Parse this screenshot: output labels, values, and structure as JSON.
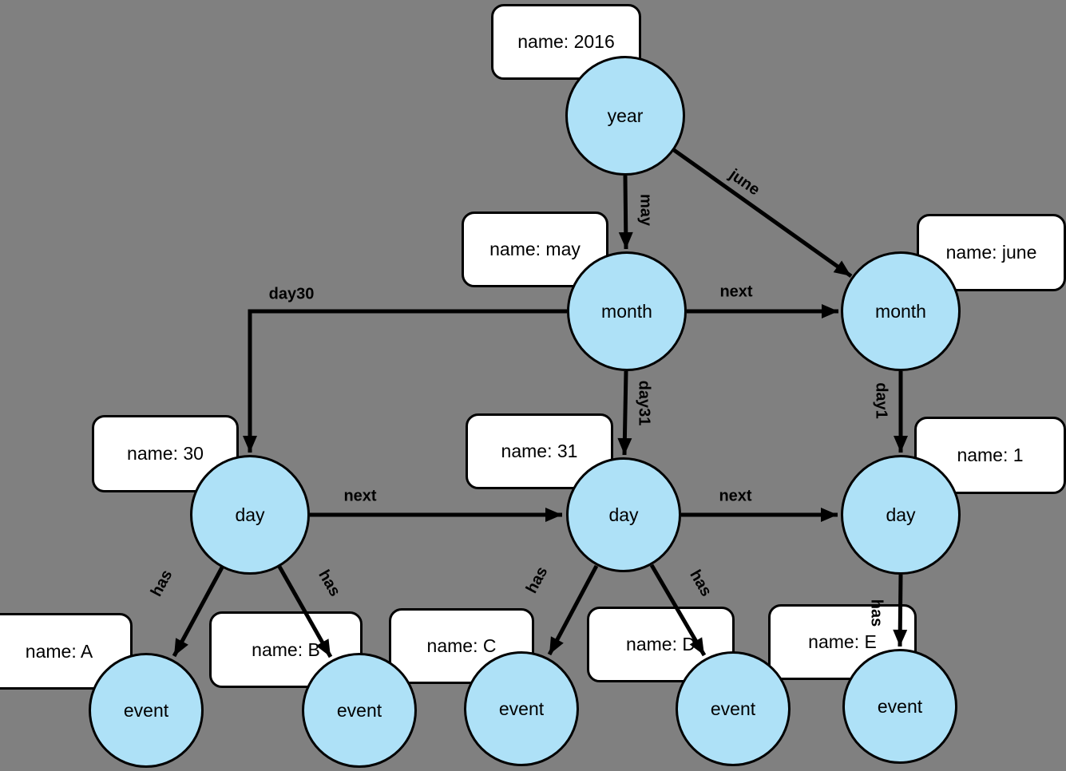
{
  "diagram": {
    "colors": {
      "background": "#808080",
      "node_fill": "#aee1f7",
      "box_fill": "#ffffff",
      "stroke": "#000000"
    },
    "nodes": [
      {
        "id": "year",
        "label": "year"
      },
      {
        "id": "month-may",
        "label": "month"
      },
      {
        "id": "month-june",
        "label": "month"
      },
      {
        "id": "day-30",
        "label": "day"
      },
      {
        "id": "day-31",
        "label": "day"
      },
      {
        "id": "day-1",
        "label": "day"
      },
      {
        "id": "event-a",
        "label": "event"
      },
      {
        "id": "event-b",
        "label": "event"
      },
      {
        "id": "event-c",
        "label": "event"
      },
      {
        "id": "event-d",
        "label": "event"
      },
      {
        "id": "event-e",
        "label": "event"
      }
    ],
    "properties": [
      {
        "for": "year",
        "text": "name: 2016"
      },
      {
        "for": "month-may",
        "text": "name: may"
      },
      {
        "for": "month-june",
        "text": "name: june"
      },
      {
        "for": "day-30",
        "text": "name: 30"
      },
      {
        "for": "day-31",
        "text": "name: 31"
      },
      {
        "for": "day-1",
        "text": "name: 1"
      },
      {
        "for": "event-a",
        "text": "name: A"
      },
      {
        "for": "event-b",
        "text": "name: B"
      },
      {
        "for": "event-c",
        "text": "name: C"
      },
      {
        "for": "event-d",
        "text": "name: D"
      },
      {
        "for": "event-e",
        "text": "name: E"
      }
    ],
    "edges": [
      {
        "from": "year",
        "to": "month-may",
        "label": "may"
      },
      {
        "from": "year",
        "to": "month-june",
        "label": "june"
      },
      {
        "from": "month-may",
        "to": "month-june",
        "label": "next"
      },
      {
        "from": "month-may",
        "to": "day-30",
        "label": "day30"
      },
      {
        "from": "month-may",
        "to": "day-31",
        "label": "day31"
      },
      {
        "from": "month-june",
        "to": "day-1",
        "label": "day1"
      },
      {
        "from": "day-30",
        "to": "day-31",
        "label": "next"
      },
      {
        "from": "day-31",
        "to": "day-1",
        "label": "next"
      },
      {
        "from": "day-30",
        "to": "event-a",
        "label": "has"
      },
      {
        "from": "day-30",
        "to": "event-b",
        "label": "has"
      },
      {
        "from": "day-31",
        "to": "event-c",
        "label": "has"
      },
      {
        "from": "day-31",
        "to": "event-d",
        "label": "has"
      },
      {
        "from": "day-1",
        "to": "event-e",
        "label": "has"
      }
    ]
  }
}
